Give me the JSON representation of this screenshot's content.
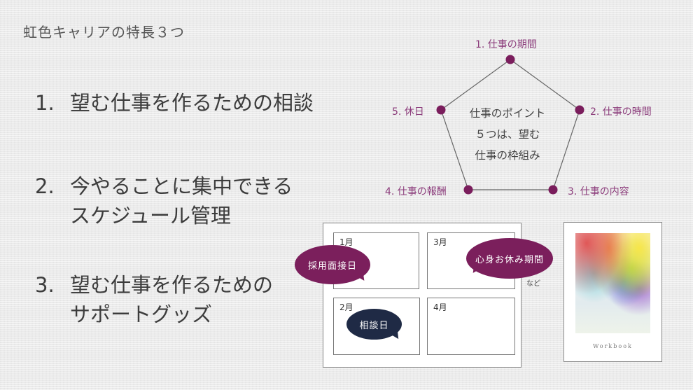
{
  "title": "虹色キャリアの特長３つ",
  "features": [
    {
      "num": "1.",
      "lines": [
        "望む仕事を作るための相談"
      ]
    },
    {
      "num": "2.",
      "lines": [
        "今やることに集中できる",
        "スケジュール管理"
      ]
    },
    {
      "num": "3.",
      "lines": [
        "望む仕事を作るための",
        "サポートグッズ"
      ]
    }
  ],
  "pentagon": {
    "points": [
      "1. 仕事の期間",
      "2. 仕事の時間",
      "3. 仕事の内容",
      "4. 仕事の報酬",
      "5. 休日"
    ],
    "center_lines": [
      "仕事のポイント",
      "５つは、望む",
      "仕事の枠組み"
    ],
    "dot_color": "#7a1d5c",
    "label_color": "#8c3d7c"
  },
  "calendar": {
    "months": [
      "1月",
      "3月",
      "2月",
      "4月"
    ],
    "bubbles": {
      "interview": "採用面接日",
      "rest": "心身お休み期間",
      "consult": "相談日"
    },
    "etc": "など",
    "colors": {
      "purple": "#7b1f5c",
      "navy": "#1f2a45"
    }
  },
  "workbook": {
    "label": "Workbook"
  }
}
